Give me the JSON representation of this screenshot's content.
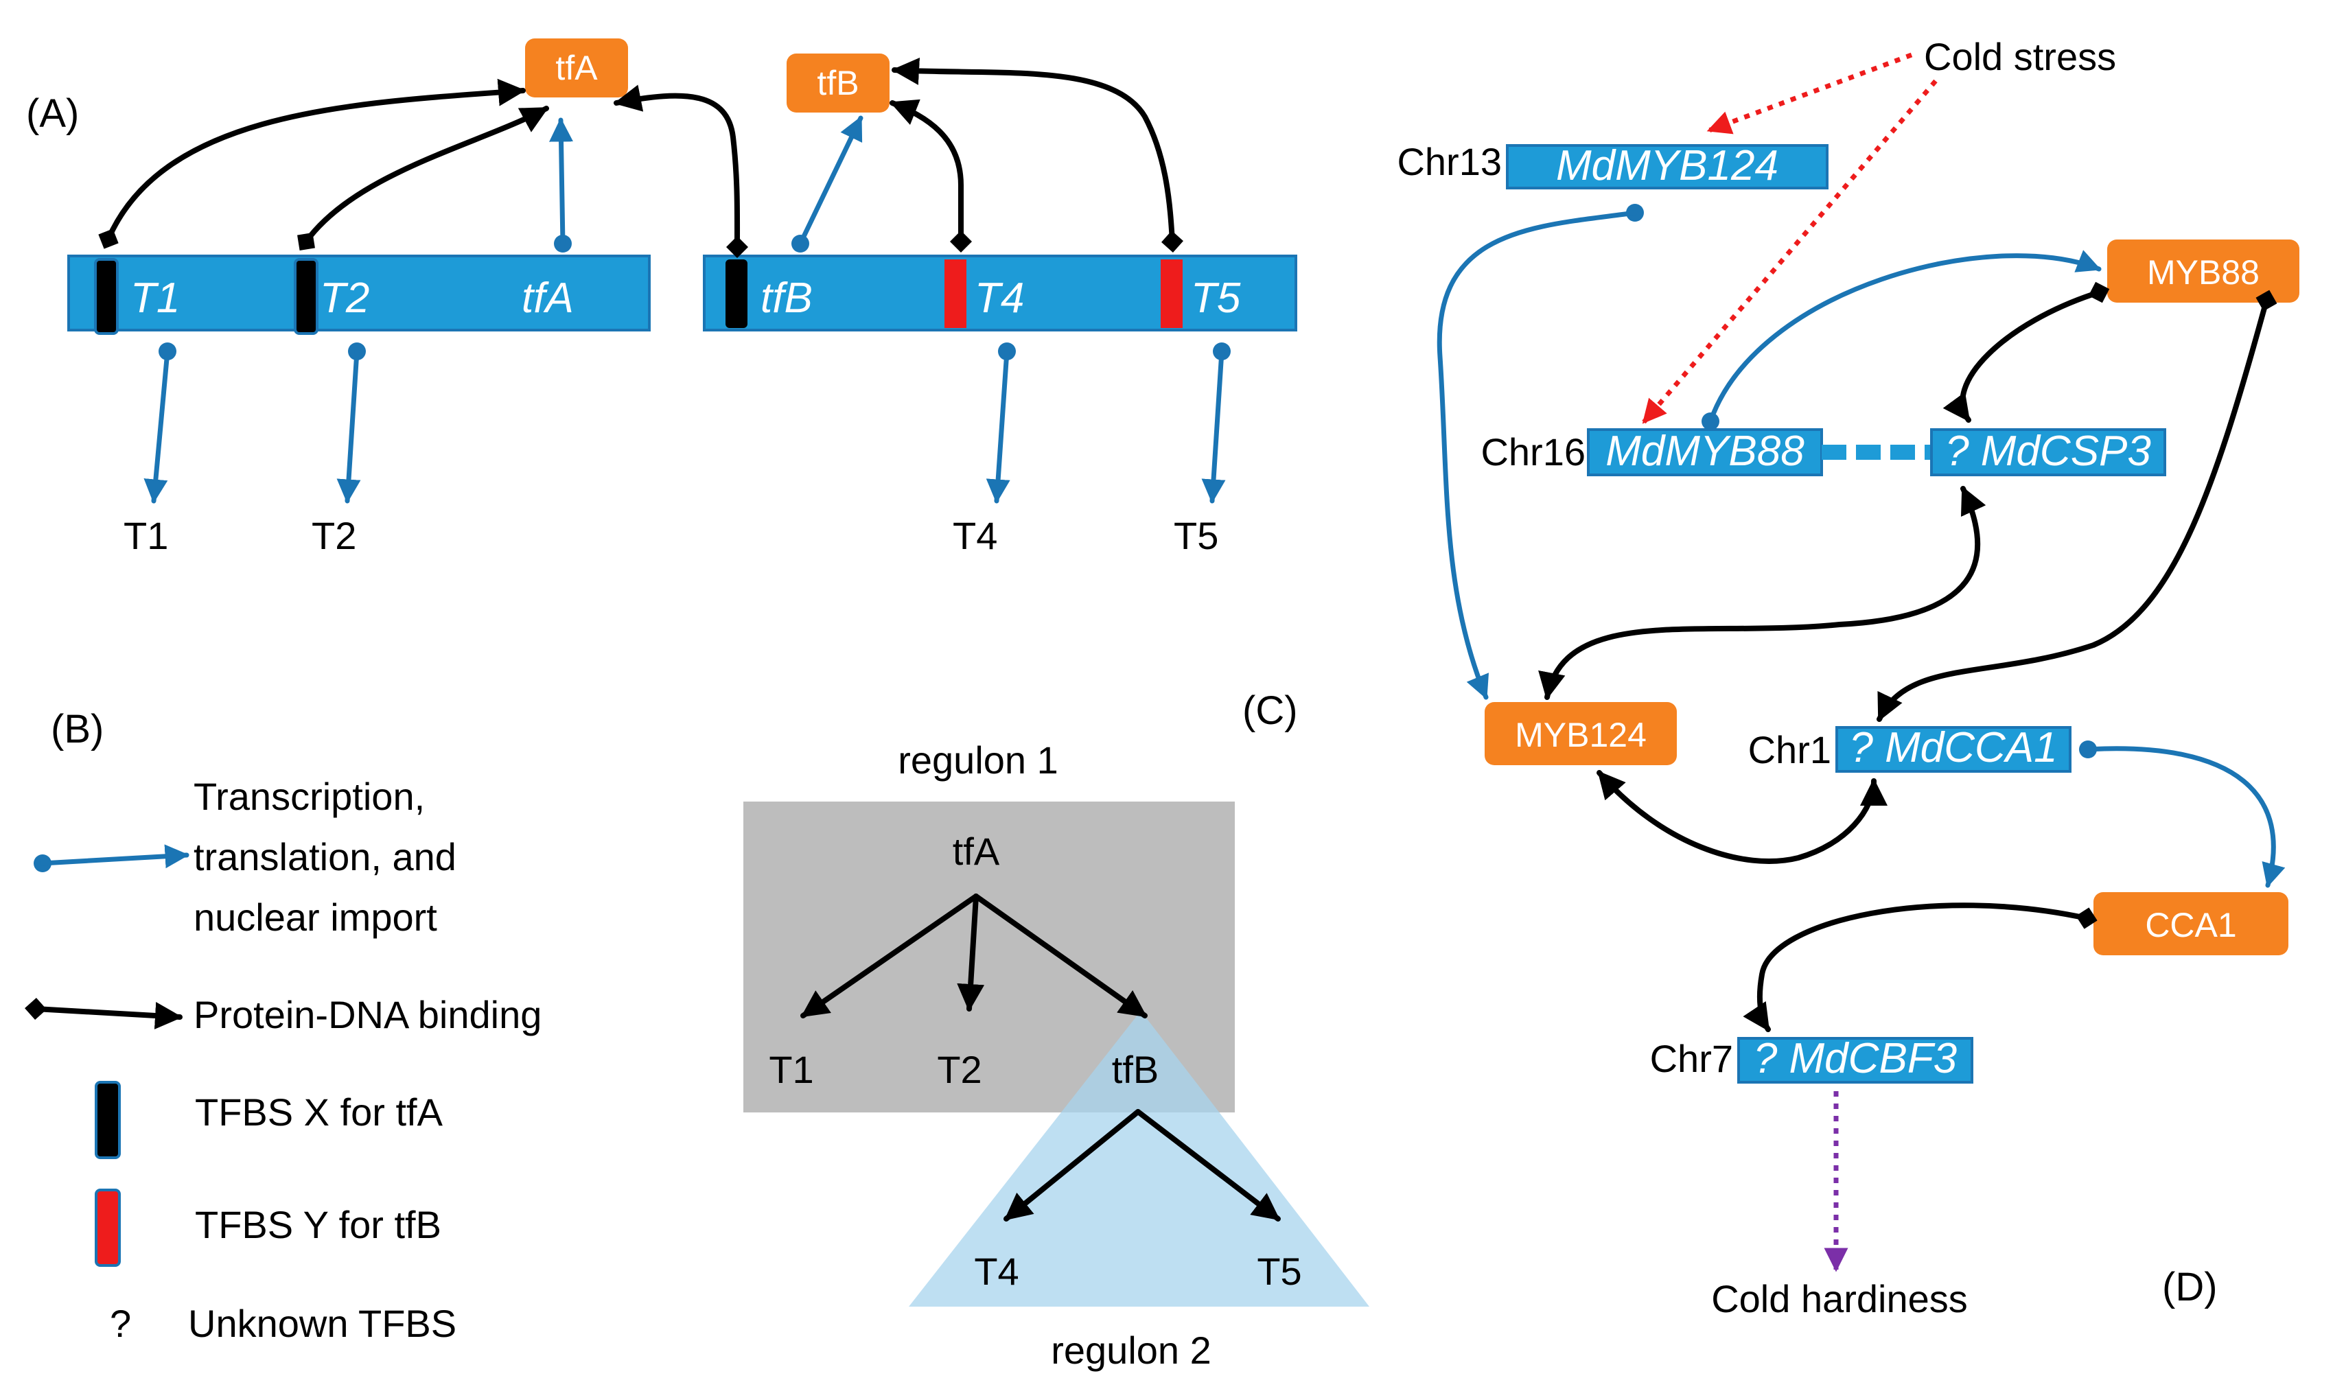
{
  "panels": {
    "a": "(A)",
    "b": "(B)",
    "c": "(C)",
    "d": "(D)"
  },
  "panel_a": {
    "proteins": {
      "tfa": "tfA",
      "tfb": "tfB"
    },
    "genes": {
      "t1": "T1",
      "t2": "T2",
      "tfa": "tfA",
      "tfb": "tfB",
      "t4": "T4",
      "t5": "T5"
    },
    "products": {
      "t1": "T1",
      "t2": "T2",
      "t4": "T4",
      "t5": "T5"
    }
  },
  "legend": {
    "transcription_1": "Transcription,",
    "transcription_2": "translation, and",
    "transcription_3": "nuclear import",
    "binding": "Protein-DNA binding",
    "tfbs_x": "TFBS X for tfA",
    "tfbs_y": "TFBS Y for tfB",
    "unknown_symbol": "?",
    "unknown": "Unknown TFBS"
  },
  "panel_c": {
    "regulon1": "regulon 1",
    "regulon2": "regulon 2",
    "nodes": {
      "tfa": "tfA",
      "t1": "T1",
      "t2": "T2",
      "tfb": "tfB",
      "t4": "T4",
      "t5": "T5"
    }
  },
  "panel_d": {
    "cold_stress": "Cold stress",
    "cold_hardiness": "Cold hardiness",
    "chromosomes": {
      "chr13": "Chr13",
      "chr16": "Chr16",
      "chr1": "Chr1",
      "chr7": "Chr7"
    },
    "genes": {
      "mdmyb124": "MdMYB124",
      "mdmyb88": "MdMYB88",
      "mdcsp3": "? MdCSP3",
      "mdcca1": "? MdCCA1",
      "mdcbf3": "? MdCBF3"
    },
    "proteins": {
      "myb88": "MYB88",
      "myb124": "MYB124",
      "cca1": "CCA1"
    }
  },
  "colors": {
    "gene_box": "#1e9bd7",
    "protein_box": "#f58220",
    "tfbs_x": "#000000",
    "tfbs_y": "#ee1c1c",
    "binding_arrow": "#000000",
    "transcription_arrow": "#1b75b4",
    "cold_stress_arrow": "#ee1c1c",
    "cold_hardiness_arrow": "#7b2fa8",
    "regulon1_fill": "#bdbdbd",
    "regulon2_fill": "#b9dcf0"
  }
}
